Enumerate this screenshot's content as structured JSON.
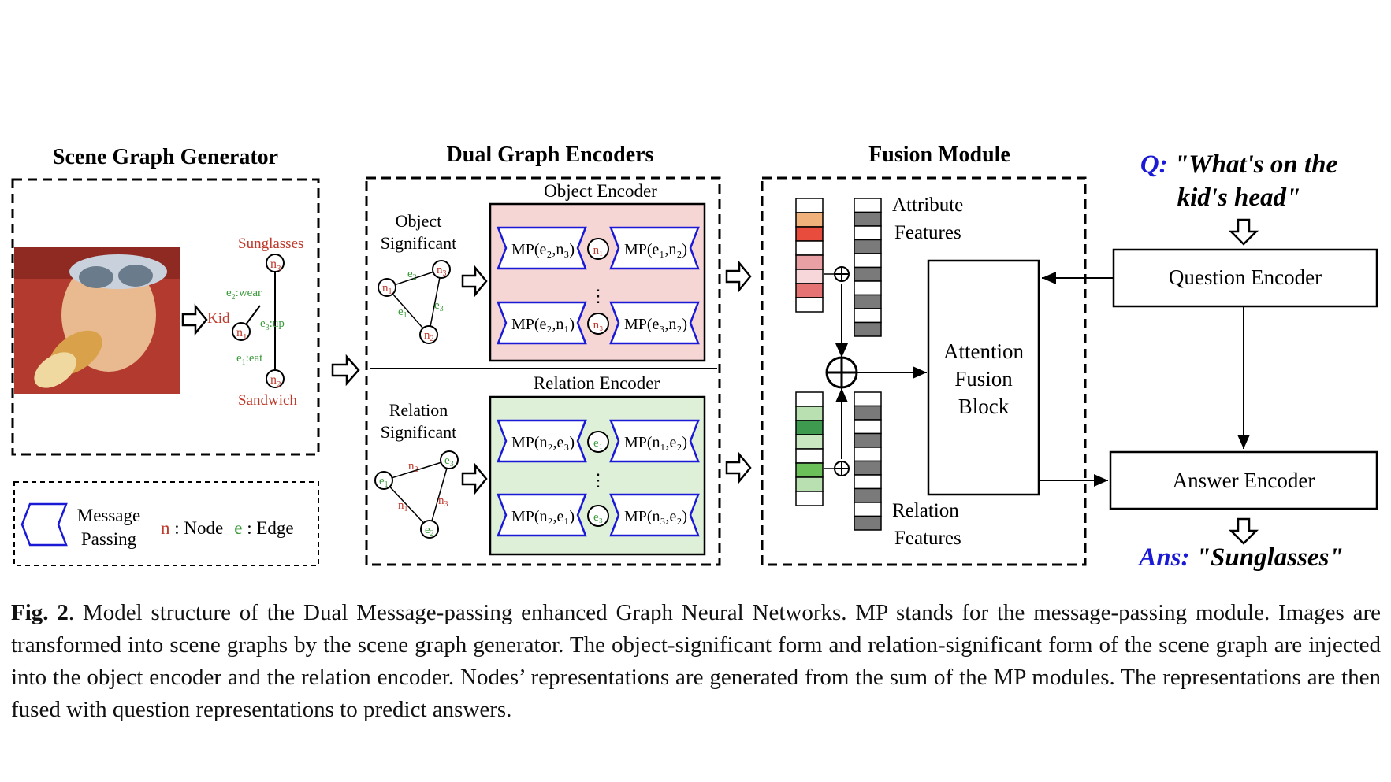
{
  "sections": {
    "scene_graph_generator": "Scene Graph Generator",
    "dual_graph_encoders": "Dual Graph Encoders",
    "fusion_module": "Fusion Module"
  },
  "scene_graph": {
    "nodes": [
      {
        "label": "Kid",
        "id": "n",
        "sub": "1"
      },
      {
        "label": "Sandwich",
        "id": "n",
        "sub": "2"
      },
      {
        "label": "Sunglasses",
        "id": "n",
        "sub": "3"
      }
    ],
    "edges": [
      {
        "name": "e",
        "sub": "2",
        "rel": ":wear"
      },
      {
        "name": "e",
        "sub": "3",
        "rel": ":up"
      },
      {
        "name": "e",
        "sub": "1",
        "rel": ":eat"
      }
    ]
  },
  "legend": {
    "message_passing_line1": "Message",
    "message_passing_line2": "Passing",
    "node_letter": "n",
    "node_text": " : Node",
    "edge_letter": "e",
    "edge_text": " : Edge"
  },
  "object_encoder": {
    "title": "Object Encoder",
    "side_label_line1": "Object",
    "side_label_line2": "Significant",
    "graph_nodes": [
      "n1",
      "n2",
      "n3"
    ],
    "graph_edges": [
      "e2",
      "e1",
      "e3"
    ],
    "mp_rows": [
      {
        "left": "MP(e₂,n₃)",
        "node": "n₁",
        "right": "MP(e₁,n₂)"
      },
      {
        "left": "MP(e₂,n₁)",
        "node": "n₃",
        "right": "MP(e₃,n₂)"
      }
    ]
  },
  "relation_encoder": {
    "title": "Relation Encoder",
    "side_label_line1": "Relation",
    "side_label_line2": "Significant",
    "graph_nodes": [
      "e1",
      "e2",
      "e3"
    ],
    "graph_edges": [
      "n2",
      "n1",
      "n3"
    ],
    "mp_rows": [
      {
        "left": "MP(n₂,e₃)",
        "node": "e₁",
        "right": "MP(n₁,e₂)"
      },
      {
        "left": "MP(n₂,e₁)",
        "node": "e₃",
        "right": "MP(n₃,e₂)"
      }
    ]
  },
  "fusion": {
    "attribute_line1": "Attribute",
    "attribute_line2": "Features",
    "relation_line1": "Relation",
    "relation_line2": "Features",
    "block_line1": "Attention",
    "block_line2": "Fusion",
    "block_line3": "Block",
    "attribute_colors": [
      "#ffffff",
      "#f0b27a",
      "#e74c3c",
      "#ffffff",
      "#e8a0a4",
      "#f8d7da",
      "#e57373",
      "#ffffff"
    ],
    "relation_colors": [
      "#ffffff",
      "#b9e0b0",
      "#3d9a4f",
      "#c9e7c0",
      "#ffffff",
      "#6cc05a",
      "#b9e0b0",
      "#ffffff"
    ]
  },
  "question": {
    "prefix": "Q:",
    "text_line1": "\"What's on the",
    "text_line2": "kid's head\"",
    "encoder_label": "Question Encoder"
  },
  "answer": {
    "encoder_label": "Answer Encoder",
    "prefix": "Ans:",
    "text": "\"Sunglasses\""
  },
  "caption": {
    "label": "Fig. 2",
    "text": ". Model structure of the Dual Message-passing enhanced Graph Neural Networks. MP stands for the message-passing module. Images are transformed into scene graphs by the scene graph generator. The object-significant form and relation-significant form of the scene graph are injected into the object encoder and the relation encoder. Nodes’ representations are generated from the sum of the MP modules. The representations are then fused with question representations to predict answers."
  },
  "colors": {
    "node_red": "#c0392b",
    "edge_green": "#3a9a3a",
    "mp_blue": "#1a1ad6",
    "object_bg": "#f6d5d5",
    "relation_bg": "#dff0d8",
    "query_blue": "#1a1ad6"
  }
}
